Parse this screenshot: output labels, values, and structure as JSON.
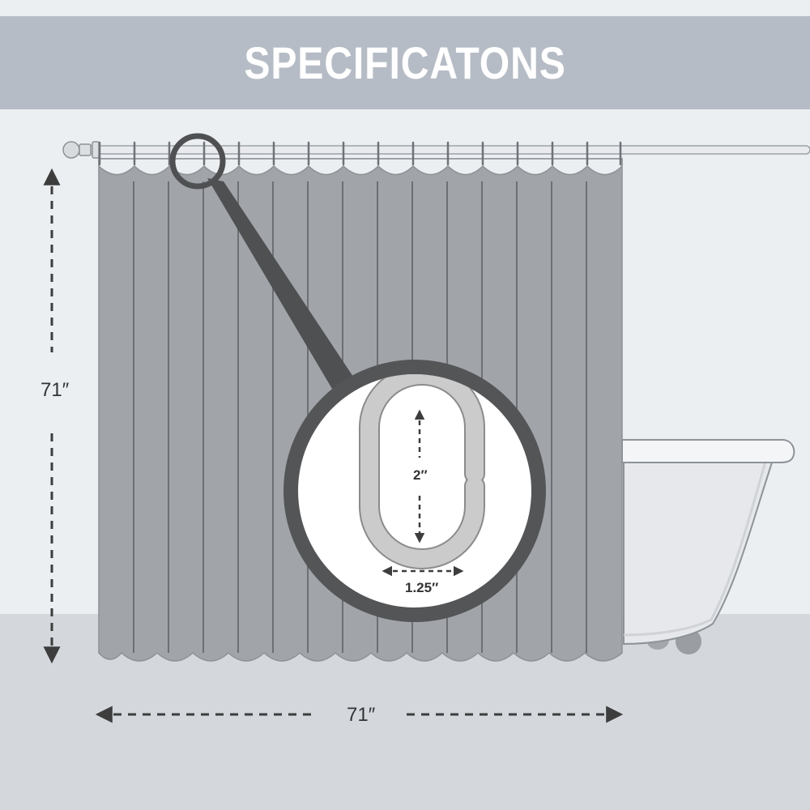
{
  "banner": {
    "title": "SPECIFICATONS"
  },
  "dimensions": {
    "height": "71″",
    "width": "71″"
  },
  "ring": {
    "height": "2″",
    "width": "1.25″"
  },
  "colors": {
    "wall": "#eceff2",
    "floor": "#d4d8dd",
    "banner": "#b6bcc5",
    "curtain": "#a1a4a9",
    "curtain_line": "#6d6f74",
    "magnifier_ring": "#545557",
    "ring_fill": "#cacaca",
    "tub": "#e6e8eb"
  },
  "icons": [
    "shower-rod",
    "shower-curtain",
    "magnifier",
    "curtain-ring",
    "bathtub",
    "dimension-arrow"
  ]
}
